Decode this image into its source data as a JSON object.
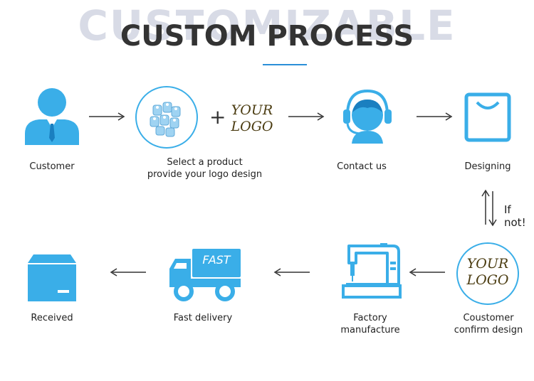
{
  "header": {
    "background_word": "CUSTOMIZABLE",
    "title": "CUSTOM PROCESS"
  },
  "colors": {
    "icon_blue": "#3aaee8",
    "accent_underline": "#2a8fd8",
    "arrow": "#333333"
  },
  "steps": {
    "customer": "Customer",
    "select_product": "Select a product\nprovide your logo design",
    "contact_us": "Contact us",
    "designing": "Designing",
    "customer_confirm": "Coustomer\nconfirm design",
    "factory": "Factory\nmanufacture",
    "fast_delivery": "Fast delivery",
    "received": "Received"
  },
  "logo_badge": {
    "line1": "YOUR",
    "line2": "LOGO"
  },
  "plus_sign": "+",
  "truck_label": "FAST",
  "feedback_label": "If not!"
}
